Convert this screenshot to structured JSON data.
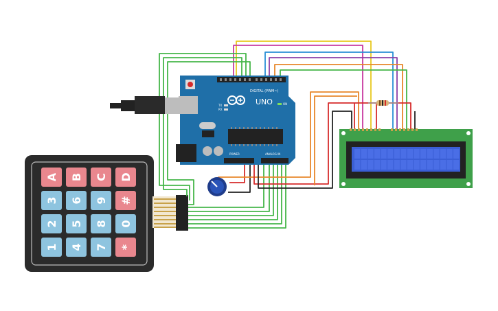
{
  "arduino": {
    "logo_text": "UNO",
    "digital_label": "DIGITAL (PWM~)",
    "power_label": "POWER",
    "analog_label": "ANALOG IN",
    "tx_label": "TX",
    "rx_label": "RX",
    "on_label": "ON"
  },
  "keypad": {
    "keys": [
      {
        "label": "A",
        "color": "#e9878e"
      },
      {
        "label": "B",
        "color": "#e9878e"
      },
      {
        "label": "C",
        "color": "#e9878e"
      },
      {
        "label": "D",
        "color": "#e9878e"
      },
      {
        "label": "3",
        "color": "#8ec4df"
      },
      {
        "label": "6",
        "color": "#8ec4df"
      },
      {
        "label": "9",
        "color": "#8ec4df"
      },
      {
        "label": "#",
        "color": "#e9878e"
      },
      {
        "label": "2",
        "color": "#8ec4df"
      },
      {
        "label": "5",
        "color": "#8ec4df"
      },
      {
        "label": "8",
        "color": "#8ec4df"
      },
      {
        "label": "0",
        "color": "#8ec4df"
      },
      {
        "label": "1",
        "color": "#8ec4df"
      },
      {
        "label": "4",
        "color": "#8ec4df"
      },
      {
        "label": "7",
        "color": "#8ec4df"
      },
      {
        "label": "*",
        "color": "#e9878e"
      }
    ]
  },
  "colors": {
    "board": "#1f6fa8",
    "lcd_pcb": "#3fa04a",
    "lcd_screen": "#3b5fd6",
    "wire_green": "#45b649",
    "wire_red": "#d62b2b",
    "wire_black": "#222222",
    "wire_orange": "#e8862a",
    "wire_yellow": "#e8c81e",
    "wire_blue": "#2a8fd6",
    "wire_purple": "#8b3fa8",
    "wire_magenta": "#c83aa0"
  }
}
